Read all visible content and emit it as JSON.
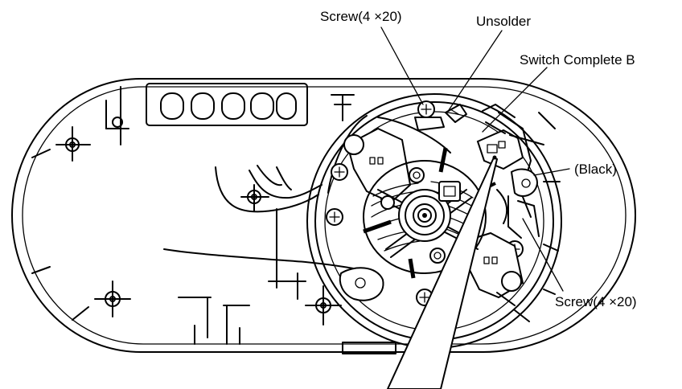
{
  "figure": {
    "labels": {
      "screw_top": "Screw(4 ×20)",
      "unsolder": "Unsolder",
      "switch_complete_b": "Switch Complete B",
      "black": "(Black)",
      "screw_bottom": "Screw(4 ×20)"
    }
  }
}
